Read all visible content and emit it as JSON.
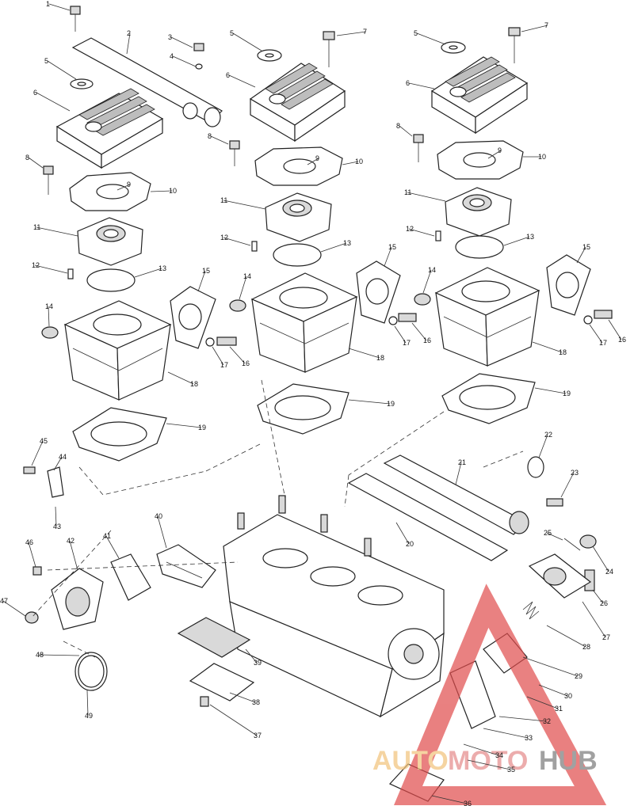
{
  "callouts": [
    {
      "id": "c1",
      "text": "1"
    },
    {
      "id": "c2",
      "text": "2"
    },
    {
      "id": "c3",
      "text": "3"
    },
    {
      "id": "c4",
      "text": "4"
    },
    {
      "id": "c5a",
      "text": "5"
    },
    {
      "id": "c5b",
      "text": "5"
    },
    {
      "id": "c5c",
      "text": "5"
    },
    {
      "id": "c6a",
      "text": "6"
    },
    {
      "id": "c6b",
      "text": "6"
    },
    {
      "id": "c6c",
      "text": "6"
    },
    {
      "id": "c7a",
      "text": "7"
    },
    {
      "id": "c7b",
      "text": "7"
    },
    {
      "id": "c8a",
      "text": "8"
    },
    {
      "id": "c8b",
      "text": "8"
    },
    {
      "id": "c8c",
      "text": "8"
    },
    {
      "id": "c9a",
      "text": "9"
    },
    {
      "id": "c9b",
      "text": "9"
    },
    {
      "id": "c9c",
      "text": "9"
    },
    {
      "id": "c10a",
      "text": "10"
    },
    {
      "id": "c10b",
      "text": "10"
    },
    {
      "id": "c10c",
      "text": "10"
    },
    {
      "id": "c11a",
      "text": "11"
    },
    {
      "id": "c11b",
      "text": "11"
    },
    {
      "id": "c11c",
      "text": "11"
    },
    {
      "id": "c12a",
      "text": "12"
    },
    {
      "id": "c12b",
      "text": "12"
    },
    {
      "id": "c12c",
      "text": "12"
    },
    {
      "id": "c13a",
      "text": "13"
    },
    {
      "id": "c13b",
      "text": "13"
    },
    {
      "id": "c13c",
      "text": "13"
    },
    {
      "id": "c14a",
      "text": "14"
    },
    {
      "id": "c14b",
      "text": "14"
    },
    {
      "id": "c14c",
      "text": "14"
    },
    {
      "id": "c15a",
      "text": "15"
    },
    {
      "id": "c15b",
      "text": "15"
    },
    {
      "id": "c15c",
      "text": "15"
    },
    {
      "id": "c16a",
      "text": "16"
    },
    {
      "id": "c16b",
      "text": "16"
    },
    {
      "id": "c16c",
      "text": "16"
    },
    {
      "id": "c17a",
      "text": "17"
    },
    {
      "id": "c17b",
      "text": "17"
    },
    {
      "id": "c17c",
      "text": "17"
    },
    {
      "id": "c18a",
      "text": "18"
    },
    {
      "id": "c18b",
      "text": "18"
    },
    {
      "id": "c18c",
      "text": "18"
    },
    {
      "id": "c19a",
      "text": "19"
    },
    {
      "id": "c19b",
      "text": "19"
    },
    {
      "id": "c19c",
      "text": "19"
    },
    {
      "id": "c20",
      "text": "20"
    },
    {
      "id": "c21",
      "text": "21"
    },
    {
      "id": "c22",
      "text": "22"
    },
    {
      "id": "c23",
      "text": "23"
    },
    {
      "id": "c24",
      "text": "24"
    },
    {
      "id": "c25",
      "text": "25"
    },
    {
      "id": "c26",
      "text": "26"
    },
    {
      "id": "c27",
      "text": "27"
    },
    {
      "id": "c28",
      "text": "28"
    },
    {
      "id": "c29",
      "text": "29"
    },
    {
      "id": "c30",
      "text": "30"
    },
    {
      "id": "c31",
      "text": "31"
    },
    {
      "id": "c32",
      "text": "32"
    },
    {
      "id": "c33",
      "text": "33"
    },
    {
      "id": "c34",
      "text": "34"
    },
    {
      "id": "c35",
      "text": "35"
    },
    {
      "id": "c36",
      "text": "36"
    },
    {
      "id": "c37",
      "text": "37"
    },
    {
      "id": "c38",
      "text": "38"
    },
    {
      "id": "c39",
      "text": "39"
    },
    {
      "id": "c40",
      "text": "40"
    },
    {
      "id": "c41",
      "text": "41"
    },
    {
      "id": "c42",
      "text": "42"
    },
    {
      "id": "c43",
      "text": "43"
    },
    {
      "id": "c44",
      "text": "44"
    },
    {
      "id": "c45",
      "text": "45"
    },
    {
      "id": "c46",
      "text": "46"
    },
    {
      "id": "c47",
      "text": "47"
    },
    {
      "id": "c48",
      "text": "48"
    },
    {
      "id": "c49",
      "text": "49"
    }
  ],
  "watermark": {
    "part1": "AUTO",
    "part2": "MOTO",
    "part3": "HUB",
    "colors": {
      "auto": "#f2c27a",
      "moto": "#e58a8a",
      "hub": "#7a7a7a",
      "triangle": "#e04b4b"
    }
  }
}
